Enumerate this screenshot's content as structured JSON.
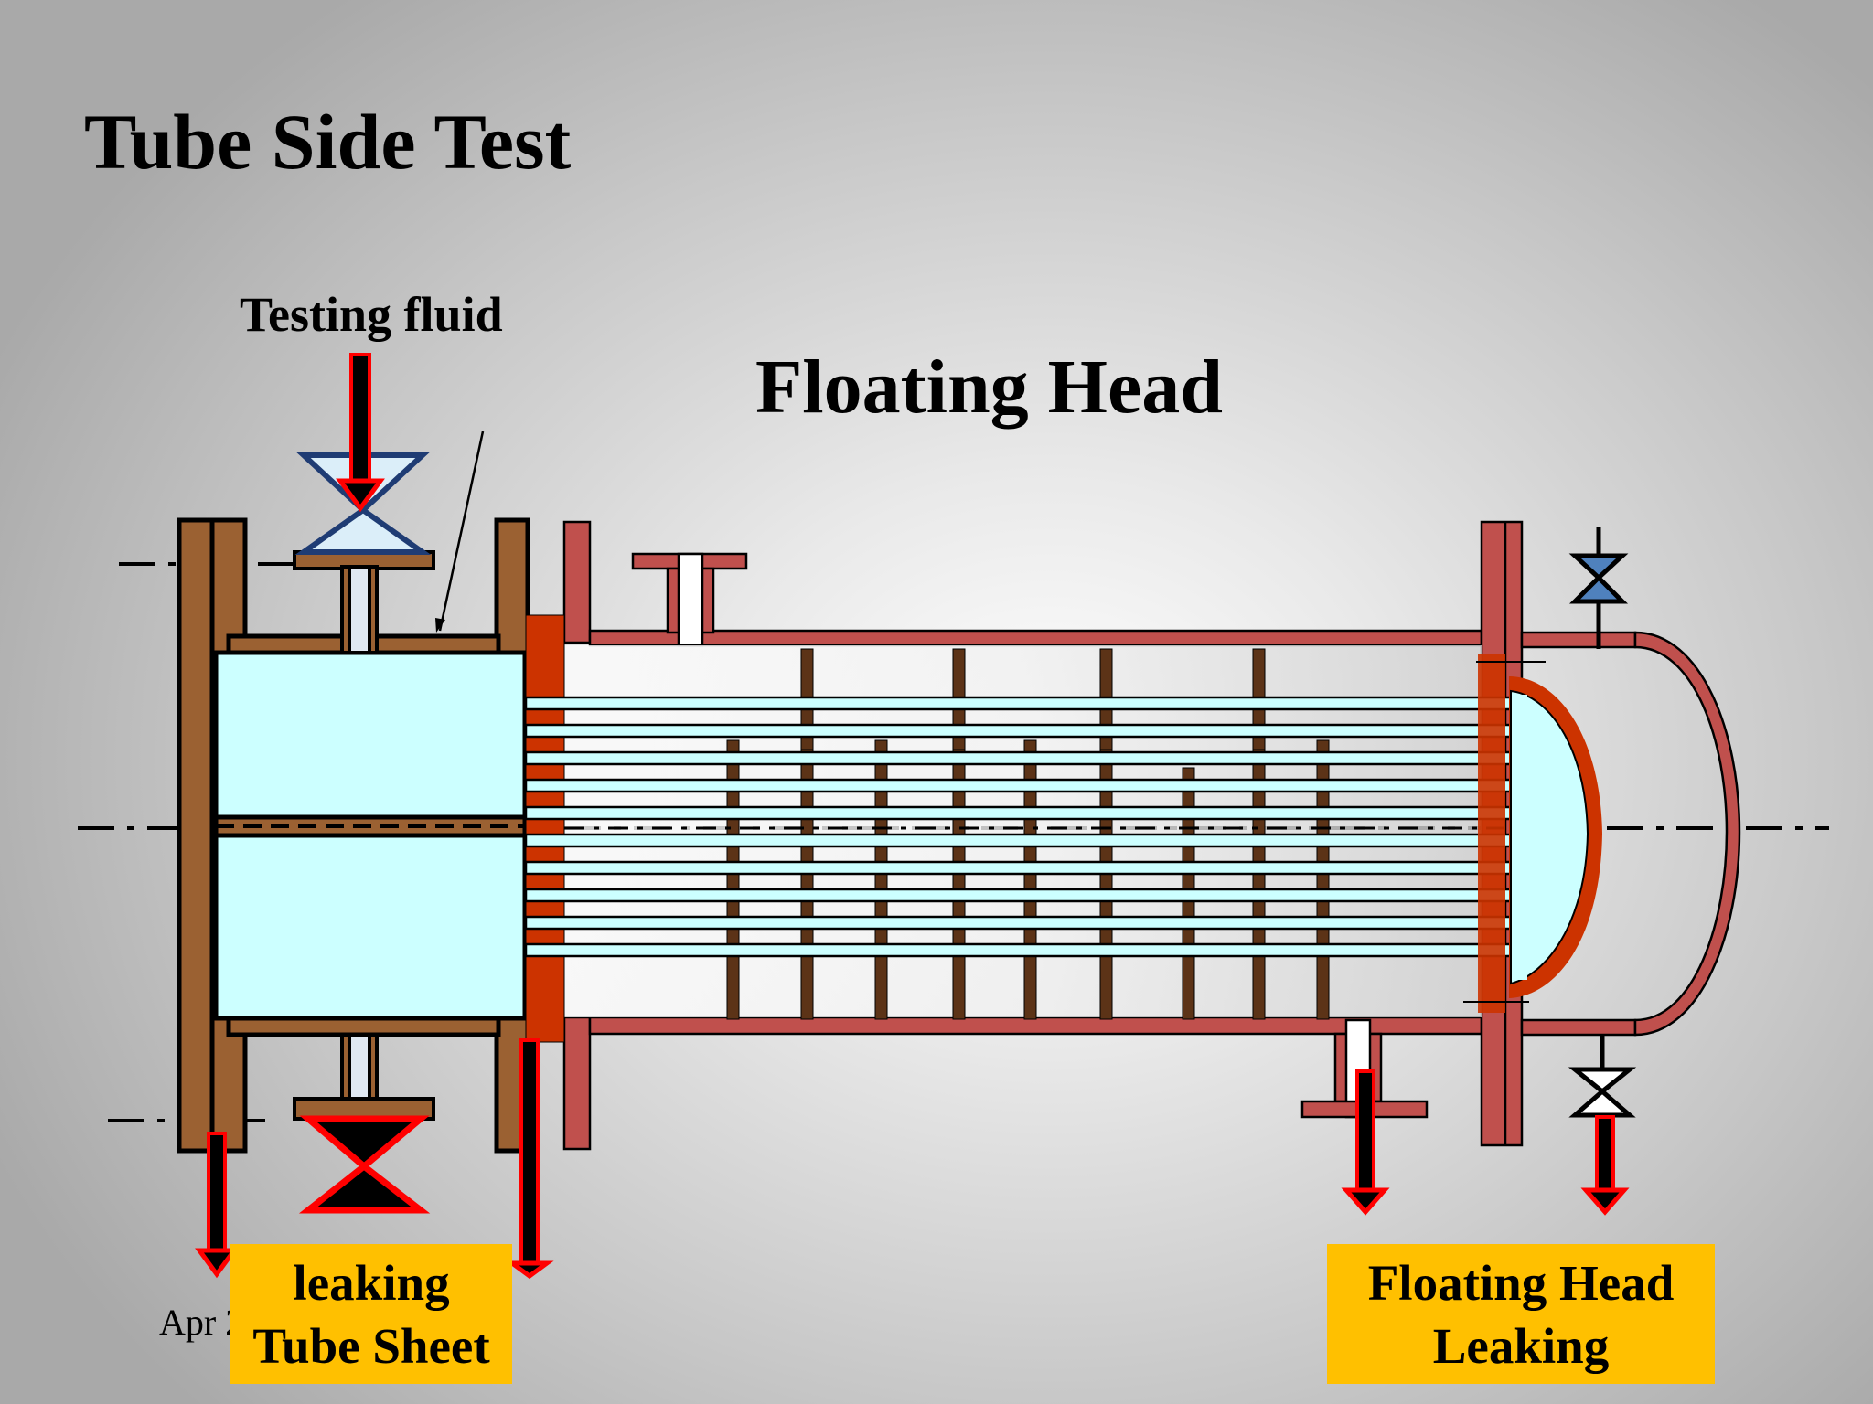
{
  "title": "Tube Side Test",
  "subtitle": "Floating Head",
  "labels": {
    "testing_fluid": "Testing fluid",
    "date_fragment": "Apr 2",
    "leaking_tube_sheet": [
      "leaking",
      "Tube Sheet"
    ],
    "floating_head_leaking": [
      "Floating Head",
      "Leaking"
    ]
  },
  "colors": {
    "shell": "#c0504d",
    "channel_wood": "#9b6132",
    "fluid": "#ccffff",
    "leak_arrow": "#ff0000",
    "tubesheet": "#cc3300",
    "label_box": "#ffc000"
  },
  "icons": [
    "down-arrow-icon",
    "valve-icon"
  ]
}
